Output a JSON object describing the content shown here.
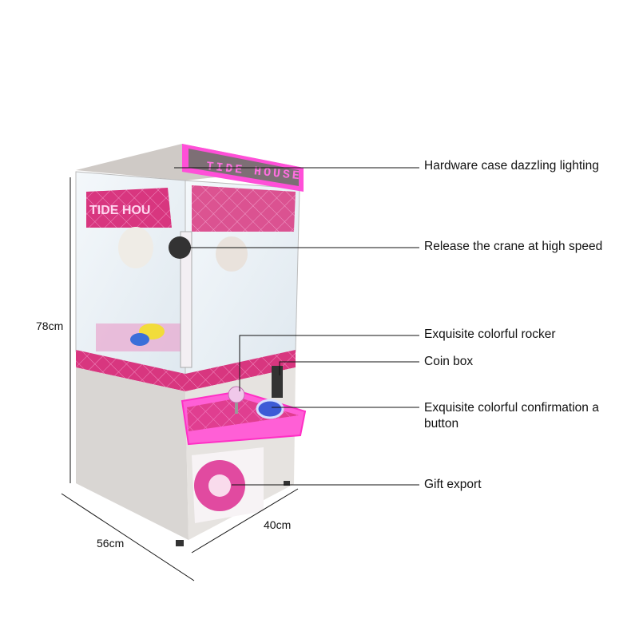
{
  "product": {
    "sign_text": "TIDE HOUSE",
    "side_sign_text": "TIDE HOU",
    "colors": {
      "accent_pink": "#e8359e",
      "neon_pink": "#ff4fd8",
      "cabinet_grey": "#d9d6d3"
    }
  },
  "callouts": [
    {
      "text": "Hardware case dazzling lighting"
    },
    {
      "text": "Release the crane at high speed"
    },
    {
      "text": "Exquisite colorful rocker"
    },
    {
      "text": "Coin box"
    },
    {
      "text": "Exquisite colorful confirmation a button"
    },
    {
      "text": "Gift export"
    }
  ],
  "dimensions": {
    "height": "78cm",
    "depth": "56cm",
    "width": "40cm"
  }
}
